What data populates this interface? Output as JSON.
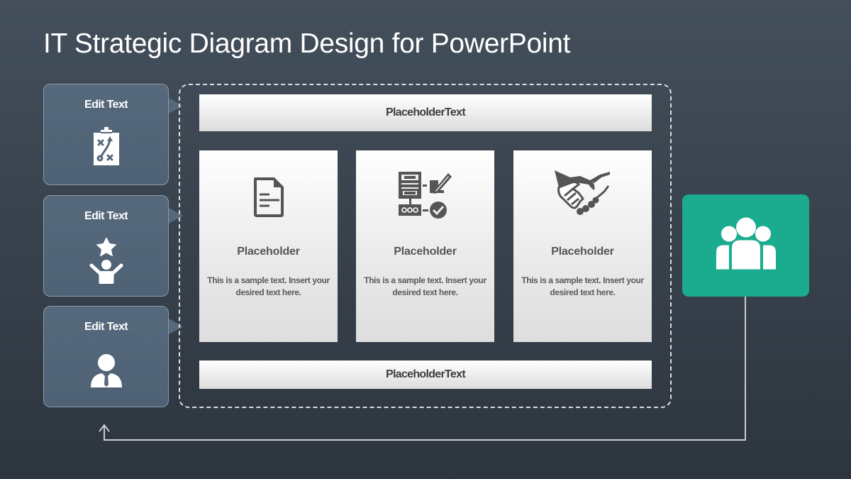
{
  "slide": {
    "title": "IT Strategic Diagram Design for PowerPoint",
    "background_color": "#39434e"
  },
  "left_boxes": [
    {
      "label": "Edit Text",
      "icon": "strategy-clipboard-icon"
    },
    {
      "label": "Edit Text",
      "icon": "achievement-star-person-icon"
    },
    {
      "label": "Edit Text",
      "icon": "businessman-icon"
    }
  ],
  "main_frame": {
    "top_bar": {
      "label": "PlaceholderText"
    },
    "bottom_bar": {
      "label": "PlaceholderText"
    },
    "cards": [
      {
        "icon": "document-icon",
        "title": "Placeholder",
        "description": "This is a sample text. Insert your desired text here."
      },
      {
        "icon": "workflow-process-icon",
        "title": "Placeholder",
        "description": "This is a sample text. Insert your desired text here."
      },
      {
        "icon": "handshake-icon",
        "title": "Placeholder",
        "description": "This is a sample text. Insert your desired text here."
      }
    ]
  },
  "right_box": {
    "icon": "team-group-icon",
    "color": "#1bab8e"
  },
  "connector": {
    "type": "feedback-arrow",
    "color": "#c8cdd2",
    "direction": "from team box back to left boxes"
  }
}
